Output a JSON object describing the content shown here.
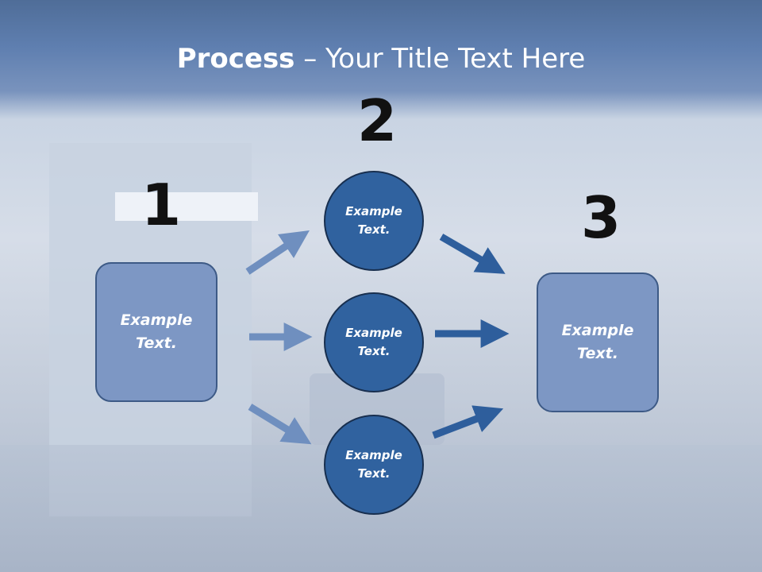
{
  "title": {
    "bold": "Process",
    "rest": " – Your Title Text Here"
  },
  "numbers": [
    "1",
    "2",
    "3"
  ],
  "boxes": {
    "left": {
      "line1": "Example",
      "line2": "Text."
    },
    "right": {
      "line1": "Example",
      "line2": "Text."
    }
  },
  "circles": [
    {
      "line1": "Example",
      "line2": "Text."
    },
    {
      "line1": "Example",
      "line2": "Text."
    },
    {
      "line1": "Example",
      "line2": "Text."
    }
  ],
  "colors": {
    "header": "#5a7aab",
    "box_fill": "#7d97c4",
    "circle_fill": "#30629f",
    "arrow_light": "#6f8fbf",
    "arrow_dark": "#2e5e9c"
  }
}
